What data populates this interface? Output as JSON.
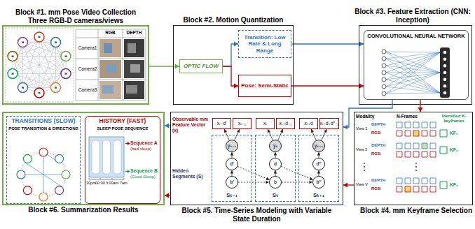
{
  "diagram": {
    "nodes": [
      {
        "text": [
          "Block #1. mm Pose Video Collection",
          "Three RGB-D cameras/views"
        ]
      },
      {
        "text": [
          "Block #2. Motion Quantization"
        ]
      },
      {
        "text": [
          "OPTIC FLOW"
        ],
        "in": 1
      },
      {
        "text": [
          "Transition: Low Rate & Long Range"
        ],
        "in": 1
      },
      {
        "text": [
          "Pose: Semi-Static"
        ],
        "in": 1
      },
      {
        "text": [
          "Block #3. Feature Extraction (CNN: Inception)"
        ]
      },
      {
        "text": [
          "CONVOLUTIONAL NEURAL NETWORK"
        ],
        "in": 5
      },
      {
        "text": [
          "Block #6. Summarization Results"
        ]
      },
      {
        "text": [
          "TRANSITIONS (SLOW)",
          "POSE TRANSITION & DIRECTIONS"
        ],
        "in": 7
      },
      {
        "text": [
          "HISTORY (FAST)",
          "SLEEP POSE SEQUENCE"
        ],
        "in": 7
      },
      {
        "text": [
          "Block #5. Time-Series Modeling with Variable State Duration"
        ]
      },
      {
        "text": [
          "xₜ₋d′"
        ],
        "in": 10
      },
      {
        "text": [
          "xₜ₋₁"
        ],
        "in": 10
      },
      {
        "text": [
          "xₜ"
        ],
        "in": 10
      },
      {
        "text": [
          "xₜ₊d₋₁"
        ],
        "in": 10
      },
      {
        "text": [
          "xₜ₊d"
        ],
        "in": 10
      },
      {
        "text": [
          "xₜ₊d₊d″₋₁"
        ],
        "in": 10
      },
      {
        "text": [
          "Sₜ₋₁"
        ],
        "in": 10
      },
      {
        "text": [
          "yₜ₋₁"
        ],
        "in": 17
      },
      {
        "text": [
          "d′"
        ],
        "in": 17
      },
      {
        "text": [
          "b′"
        ],
        "in": 17
      },
      {
        "text": [
          "Sₜ"
        ],
        "in": 10
      },
      {
        "text": [
          "yₜ"
        ],
        "in": 21
      },
      {
        "text": [
          "d"
        ],
        "in": 21
      },
      {
        "text": [
          "b"
        ],
        "in": 21
      },
      {
        "text": [
          "Sₜ₊₁"
        ],
        "in": 10
      },
      {
        "text": [
          "yₜ₊₁"
        ],
        "in": 25
      },
      {
        "text": [
          "d″"
        ],
        "in": 25
      },
      {
        "text": [
          "b″"
        ],
        "in": 25
      },
      {
        "text": [
          "Block #4. mm Keyframe Selection"
        ]
      }
    ],
    "edges": [
      {
        "from": 0,
        "to": 2,
        "arrow": "to"
      },
      {
        "from": 2,
        "to": 3,
        "arrow": "to"
      },
      {
        "from": 2,
        "to": 4,
        "arrow": "to"
      },
      {
        "from": 3,
        "to": 6,
        "arrow": "to"
      },
      {
        "from": 4,
        "to": 6,
        "arrow": "to"
      },
      {
        "from": 6,
        "to": 29,
        "arrow": "to"
      },
      {
        "from": 6,
        "to": 10,
        "arrow": "to"
      },
      {
        "from": 29,
        "to": 10,
        "arrow": "to"
      },
      {
        "from": 10,
        "to": 7,
        "arrow": "to"
      },
      {
        "from": 10,
        "to": 7,
        "arrow": "to"
      },
      {
        "from": 18,
        "to": 11,
        "arrow": "to"
      },
      {
        "from": 18,
        "to": 12,
        "arrow": "to"
      },
      {
        "from": 22,
        "to": 13,
        "arrow": "to"
      },
      {
        "from": 22,
        "to": 14,
        "arrow": "to"
      },
      {
        "from": 26,
        "to": 15,
        "arrow": "to"
      },
      {
        "from": 26,
        "to": 16,
        "arrow": "to"
      },
      {
        "from": 19,
        "to": 18,
        "arrow": "to"
      },
      {
        "from": 20,
        "to": 19,
        "arrow": "to"
      },
      {
        "from": 23,
        "to": 22,
        "arrow": "to"
      },
      {
        "from": 24,
        "to": 23,
        "arrow": "to"
      },
      {
        "from": 27,
        "to": 26,
        "arrow": "to"
      },
      {
        "from": 28,
        "to": 27,
        "arrow": "to"
      },
      {
        "from": 19,
        "to": 24,
        "arrow": "to"
      },
      {
        "from": 23,
        "to": 28,
        "arrow": "to"
      },
      {
        "from": 20,
        "to": 24,
        "arrow": "to"
      },
      {
        "from": 24,
        "to": 28,
        "arrow": "to"
      }
    ],
    "labels": [
      "RGB",
      "DEPTH",
      "Camera1",
      "Camera2",
      "Camera3",
      "10pm",
      "00:00",
      "3:00am",
      "7am",
      "Sequence A",
      "(bad sleep)",
      "Sequence B",
      "(Good Sleep)",
      "Observable mm Feature Vector (x)",
      "Hidden Segments (S)",
      "Modality",
      "N-Frames",
      "View 1",
      "DEPTH",
      "RGB",
      "View 2",
      "DEPTH",
      "RGB",
      "View V",
      "DEPTH",
      "RGB",
      "Identified K-keyframes",
      "KF₁",
      "KF₂",
      "KF₃"
    ]
  }
}
